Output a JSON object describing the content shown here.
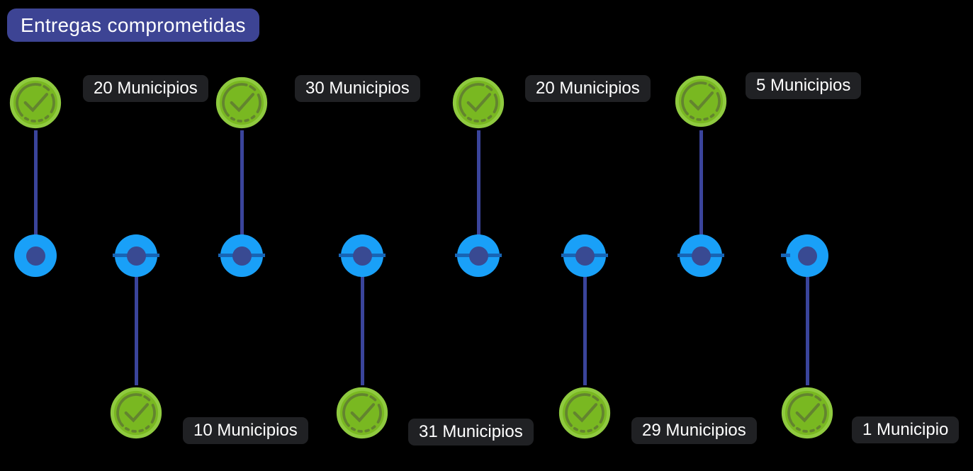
{
  "title": "Entregas comprometidas",
  "items": [
    {
      "label": "20 Municipios",
      "value": 20,
      "unit": "Municipios",
      "position": "top",
      "status": "check"
    },
    {
      "label": "10 Municipios",
      "value": 10,
      "unit": "Municipios",
      "position": "bottom",
      "status": "check"
    },
    {
      "label": "30 Municipios",
      "value": 30,
      "unit": "Municipios",
      "position": "top",
      "status": "check"
    },
    {
      "label": "31 Municipios",
      "value": 31,
      "unit": "Municipios",
      "position": "bottom",
      "status": "check"
    },
    {
      "label": "20 Municipios",
      "value": 20,
      "unit": "Municipios",
      "position": "top",
      "status": "check"
    },
    {
      "label": "29 Municipios",
      "value": 29,
      "unit": "Municipios",
      "position": "bottom",
      "status": "check"
    },
    {
      "label": "5 Municipios",
      "value": 5,
      "unit": "Municipios",
      "position": "top",
      "status": "check"
    },
    {
      "label": "1 Municipio",
      "value": 1,
      "unit": "Municipio",
      "position": "bottom",
      "status": "check"
    }
  ],
  "icons": {
    "badge": "check-seal-icon",
    "node": "timeline-node"
  },
  "colors": {
    "background": "#000000",
    "title_badge": "#3D4494",
    "label_box": "#202124",
    "label_text": "#FFFFFF",
    "badge_fill": "#79B821",
    "badge_ring": "#8FCA3F",
    "badge_glyph": "#63842F",
    "node_fill": "#19A0F8",
    "node_dot": "#394A92",
    "axis_segment": "#1765B5",
    "connector": "#3A449B"
  }
}
